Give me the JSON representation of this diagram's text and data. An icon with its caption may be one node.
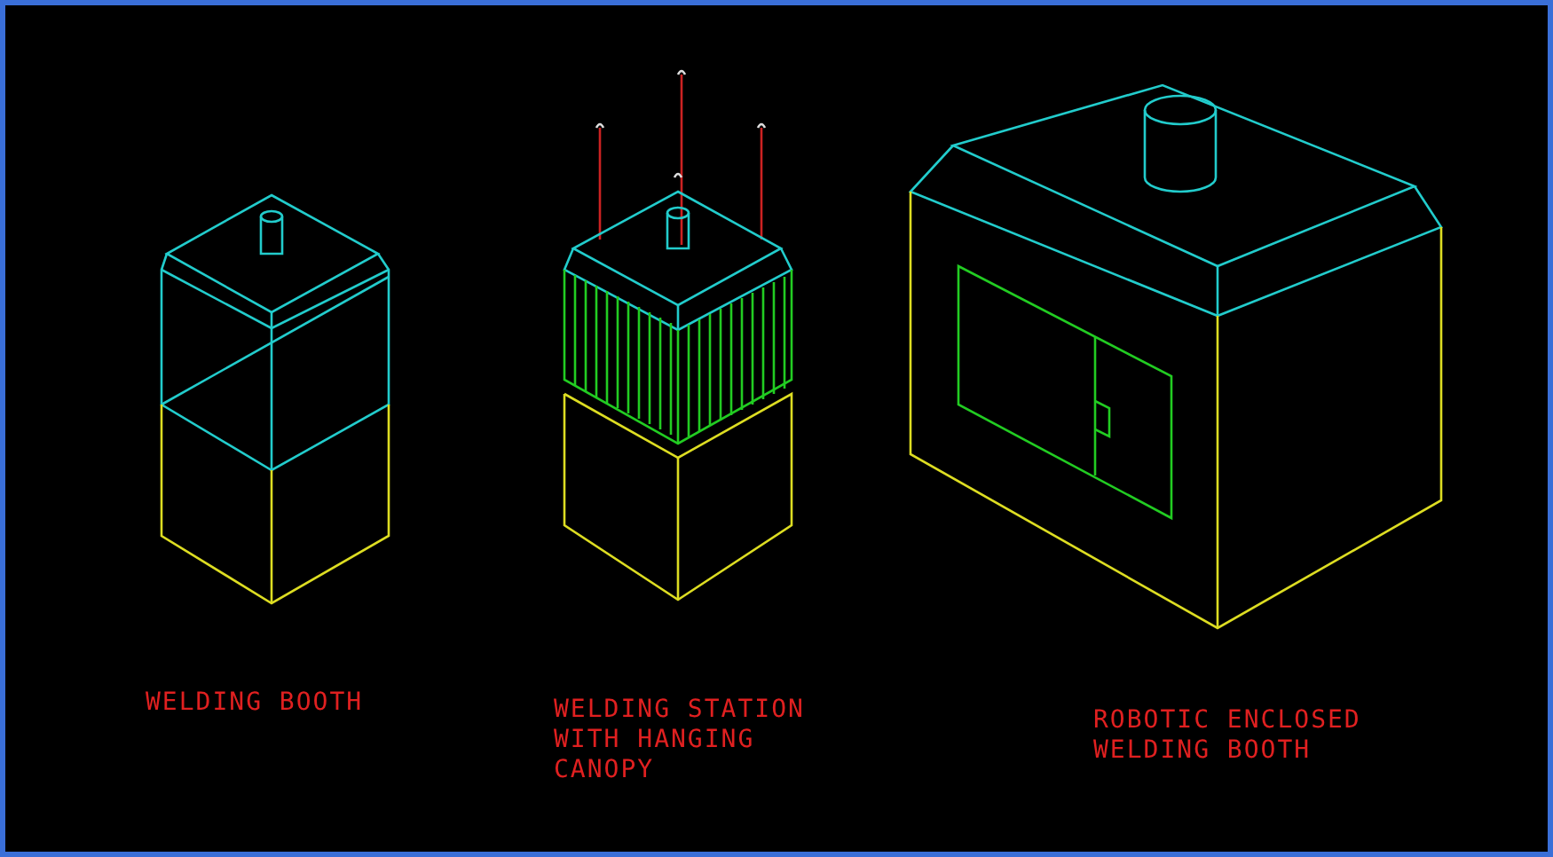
{
  "diagram": {
    "labels": [
      "WELDING BOOTH",
      "WELDING STATION WITH HANGING CANOPY",
      "ROBOTIC ENCLOSED WELDING BOOTH"
    ]
  }
}
